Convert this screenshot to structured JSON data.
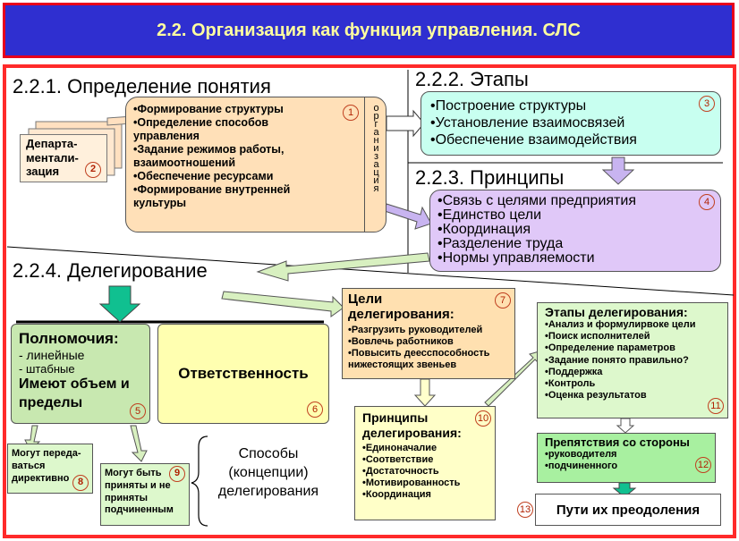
{
  "title": "2.2. Организация как функция управления. СЛС",
  "sections": {
    "s221": "2.2.1. Определение понятия",
    "s222": "2.2.2. Этапы",
    "s223": "2.2.3. Принципы",
    "s224": "2.2.4. Делегирование"
  },
  "box1": {
    "items": [
      "•Формирование структуры",
      "•Определение способов управления",
      "•Задание режимов работы, взаимоотношений",
      "•Обеспечение ресурсами",
      "•Формирование внутренней культуры"
    ],
    "number": "1",
    "side_label": "организация"
  },
  "box2": {
    "text": "Департа-ментали-зация",
    "number": "2"
  },
  "box3": {
    "items": [
      "•Построение структуры",
      "•Установление взаимосвязей",
      "•Обеспечение взаимодействия"
    ],
    "number": "3"
  },
  "box4": {
    "items": [
      "•Связь с целями предприятия",
      "•Единство цели",
      "•Координация",
      "•Разделение труда",
      "•Нормы управляемости"
    ],
    "number": "4"
  },
  "box5": {
    "title": "Полномочия:",
    "line1": "- линейные",
    "line2": "- штабные",
    "line3": "Имеют объем и пределы",
    "number": "5"
  },
  "box6": {
    "text": "Ответственность",
    "number": "6"
  },
  "box7": {
    "title": "Цели делегирования:",
    "items": [
      "•Разгрузить руководителей",
      "•Вовлечь работников",
      "•Повысить деесспособность нижестоящих звеньев"
    ],
    "number": "7"
  },
  "box8": {
    "text": "Могут переда-ваться директивно",
    "number": "8"
  },
  "box9": {
    "text": "Могут быть приняты и не приняты подчиненным",
    "number": "9"
  },
  "box10": {
    "title": "Принципы делегирования:",
    "items": [
      "•Единоначалие",
      "•Соответствие",
      "•Достаточность",
      "•Мотивированность",
      "•Координация"
    ],
    "number": "10"
  },
  "box11": {
    "title": "Этапы делегирования:",
    "items": [
      "•Анализ и формулирвоке цели",
      "•Поиск исполнителей",
      "•Определение параметров",
      "•Задание понято правильно?",
      "•Поддержка",
      "•Контроль",
      "•Оценка результатов"
    ],
    "number": "11"
  },
  "box12": {
    "title": "Препятствия со стороны",
    "items": [
      "•руководителя",
      "•подчиненного"
    ],
    "number": "12"
  },
  "box13": {
    "text": "Пути их преодоления",
    "number": "13"
  },
  "methods_label": "Способы (концепции) делегирования"
}
